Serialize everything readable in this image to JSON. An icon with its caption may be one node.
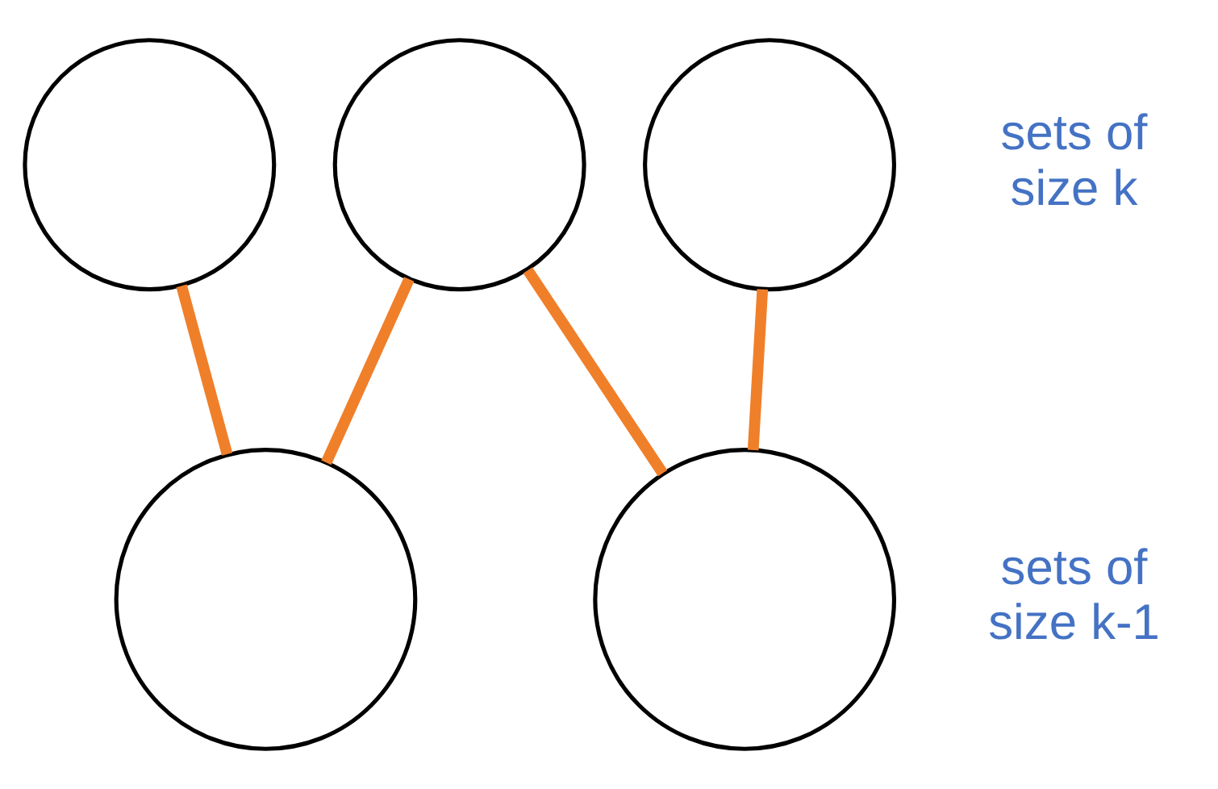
{
  "diagram": {
    "nodes": [
      {
        "text": [],
        "shape": "circle"
      },
      {
        "text": [],
        "shape": "circle"
      },
      {
        "text": [],
        "shape": "circle"
      },
      {
        "text": [],
        "shape": "circle"
      },
      {
        "text": [],
        "shape": "circle"
      }
    ],
    "edges": [
      {
        "from": 0,
        "to": 3,
        "arrow": "none"
      },
      {
        "from": 1,
        "to": 3,
        "arrow": "none"
      },
      {
        "from": 1,
        "to": 4,
        "arrow": "none"
      },
      {
        "from": 2,
        "to": 4,
        "arrow": "none"
      }
    ],
    "labels": [
      "sets of size k",
      "sets of size k-1"
    ]
  }
}
